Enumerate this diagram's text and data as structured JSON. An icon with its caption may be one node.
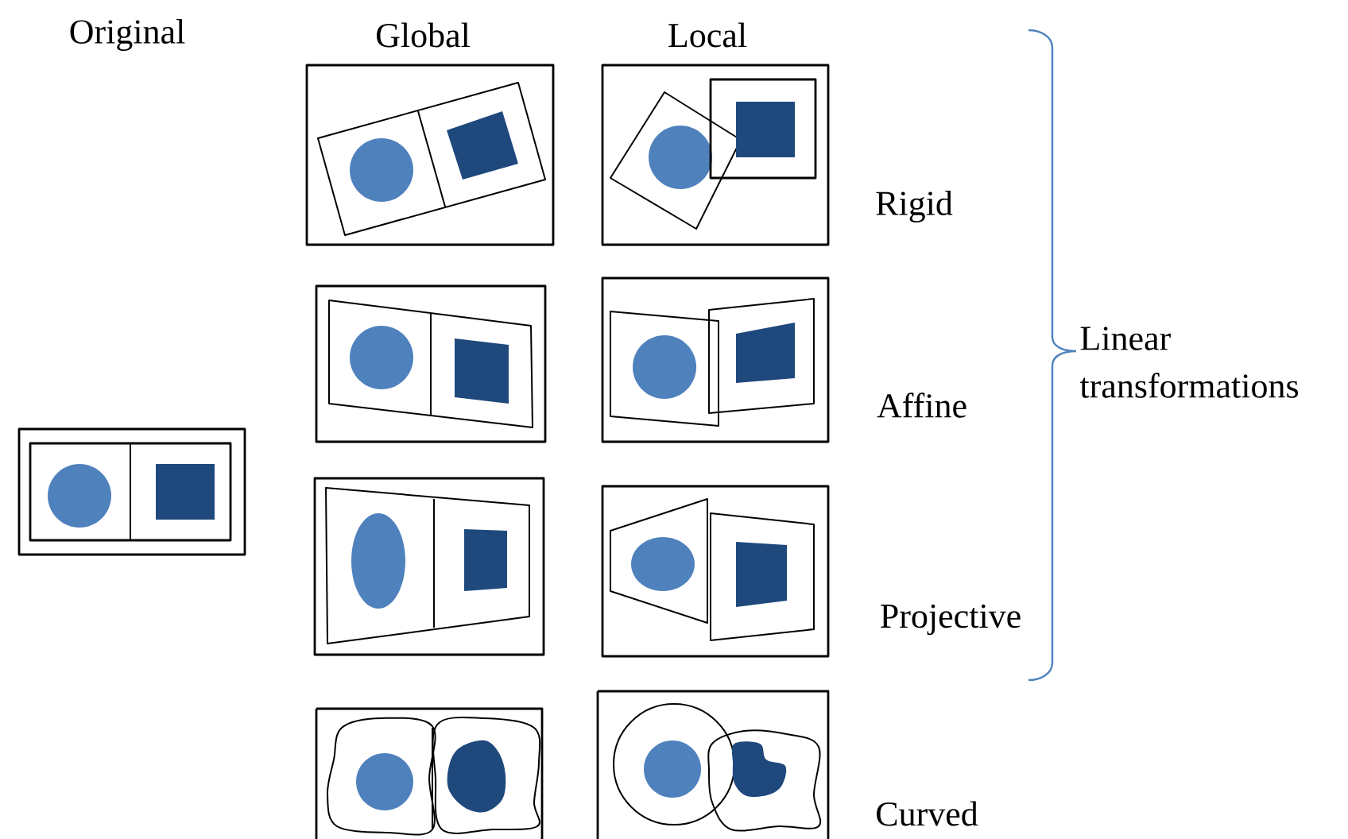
{
  "diagram": {
    "labels": [
      "Original",
      "Global",
      "Local",
      "Rigid",
      "Linear transformations",
      "Affine",
      "Projective",
      "Curved"
    ]
  }
}
